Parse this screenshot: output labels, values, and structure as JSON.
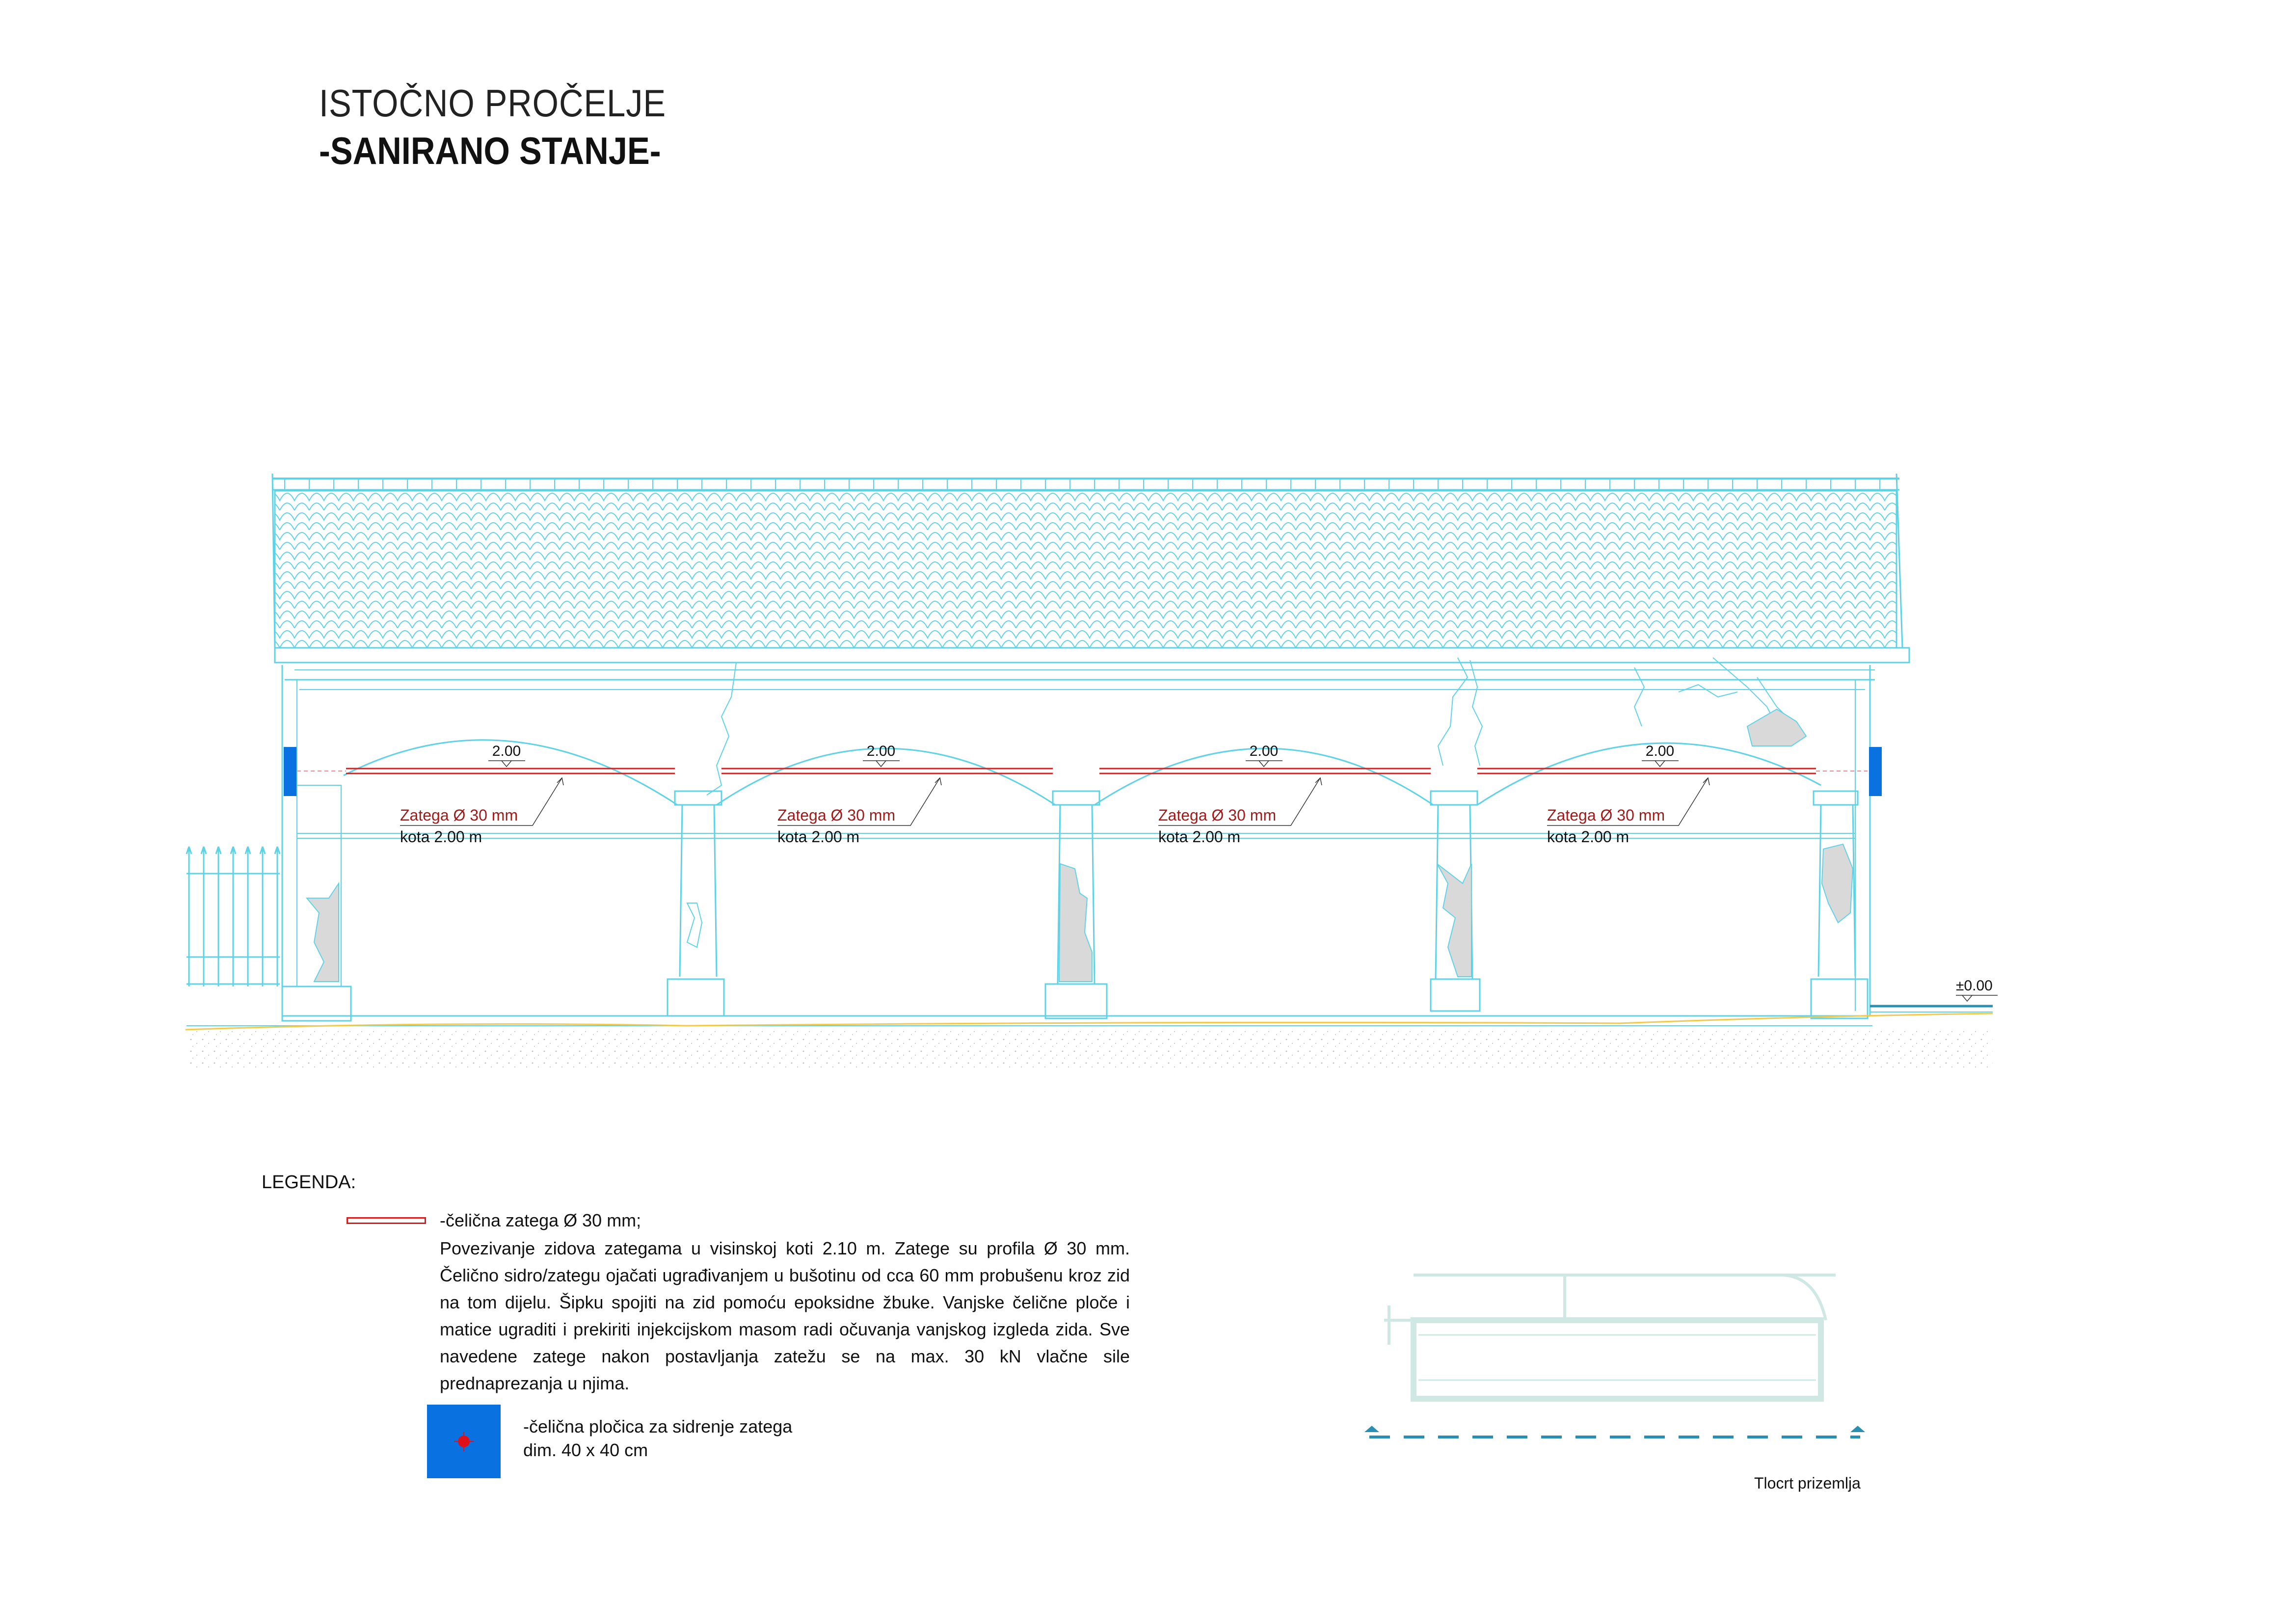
{
  "header": {
    "title": "ISTOČNO PROČELJE",
    "subtitle": "-SANIRANO STANJE-"
  },
  "elevation": {
    "bays": [
      {
        "dimension": "2.00",
        "tie_label": "Zatega Ø 30 mm",
        "level_label": "kota 2.00 m"
      },
      {
        "dimension": "2.00",
        "tie_label": "Zatega Ø 30 mm",
        "level_label": "kota 2.00 m"
      },
      {
        "dimension": "2.00",
        "tie_label": "Zatega Ø 30 mm",
        "level_label": "kota 2.00 m"
      },
      {
        "dimension": "2.00",
        "tie_label": "Zatega Ø 30 mm",
        "level_label": "kota 2.00 m"
      }
    ],
    "ground_level_label": "±0.00"
  },
  "legend": {
    "title": "LEGENDA:",
    "item1": {
      "title": "-čelična zatega Ø 30 mm;",
      "text": "Povezivanje zidova zategama u visinskoj koti 2.10 m. Zatege su profila Ø 30 mm. Čelično sidro/zategu ojačati ugrađivanjem u bušotinu od cca 60 mm probušenu kroz zid na tom dijelu. Šipku spojiti na zid pomoću epoksidne žbuke. Vanjske čelične ploče i matice ugraditi i prekiriti injekcijskom masom radi očuvanja vanjskog izgleda zida. Sve navedene zatege nakon postavljanja zatežu se na max. 30 kN vlačne sile prednaprezanja u njima."
    },
    "item2": {
      "title": "-čelična pločica za sidrenje zatega",
      "subtitle": "dim. 40 x 40 cm"
    }
  },
  "plan": {
    "caption": "Tlocrt prizemlja"
  },
  "colors": {
    "outline": "#5fd3e6",
    "tie": "#d62020",
    "plate": "#0a72e0",
    "ground_line": "#f2c94c",
    "damage_fill": "#d9d9d9",
    "plan_color": "#cfe8e4",
    "section_line": "#2a8fb0"
  }
}
